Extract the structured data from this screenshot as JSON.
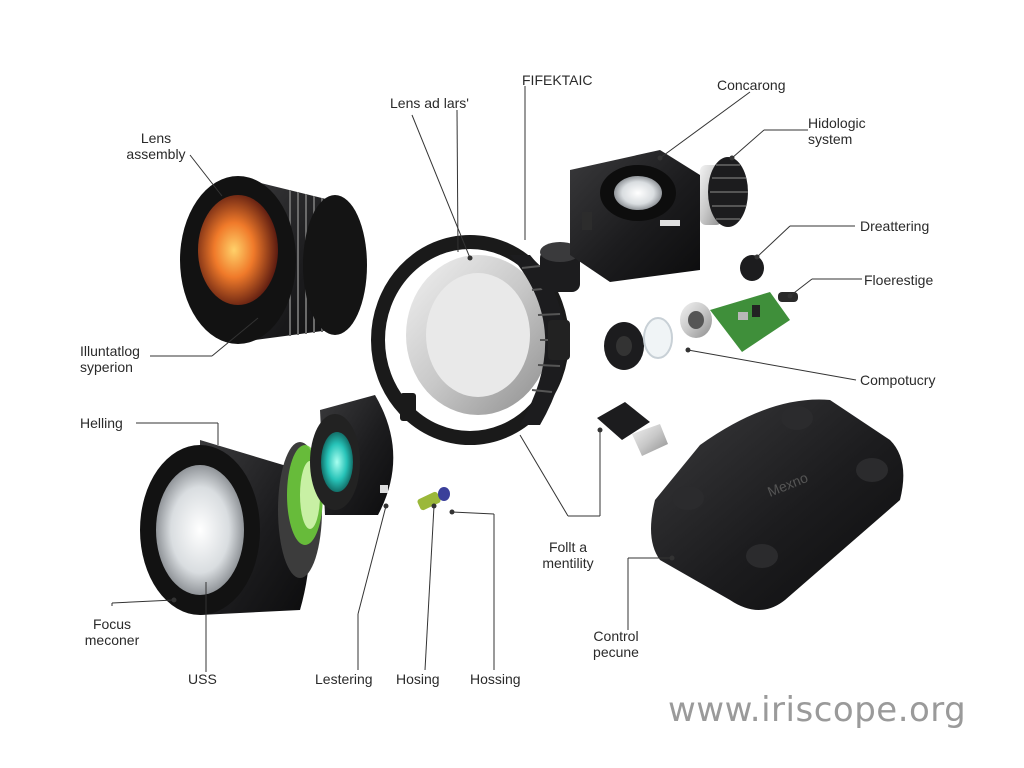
{
  "labels": {
    "lens_assembly": "Lens\nassembly",
    "lens_ad_lars": "Lens ad lars'",
    "fifektaic": "FIFEKTAIC",
    "concarong": "Concarong",
    "hidologic_system": "Hidologic\nsystem",
    "dreattering": "Dreattering",
    "floeresstige": "Floerestige",
    "illuntatlog_syperion": "Illuntatlog\nsyperion",
    "compotucry": "Compotucry",
    "helling": "Helling",
    "follt_a_mentility": "Follt a\nmentility",
    "control_pecune": "Control\npecune",
    "focus_meconer": "Focus\nmeconer",
    "uss": "USS",
    "lestering": "Lestering",
    "hosing": "Hosing",
    "hossing": "Hossing"
  },
  "device_text": "Mexno",
  "watermark": "www.iriscope.org",
  "colors": {
    "body_black": "#1c1c1e",
    "lens_orange": "#f07a2a",
    "lens_green": "#6fd13a",
    "lens_cyan": "#27c3b8",
    "pcb_green": "#3f8f3a",
    "leader_line": "#333333"
  }
}
